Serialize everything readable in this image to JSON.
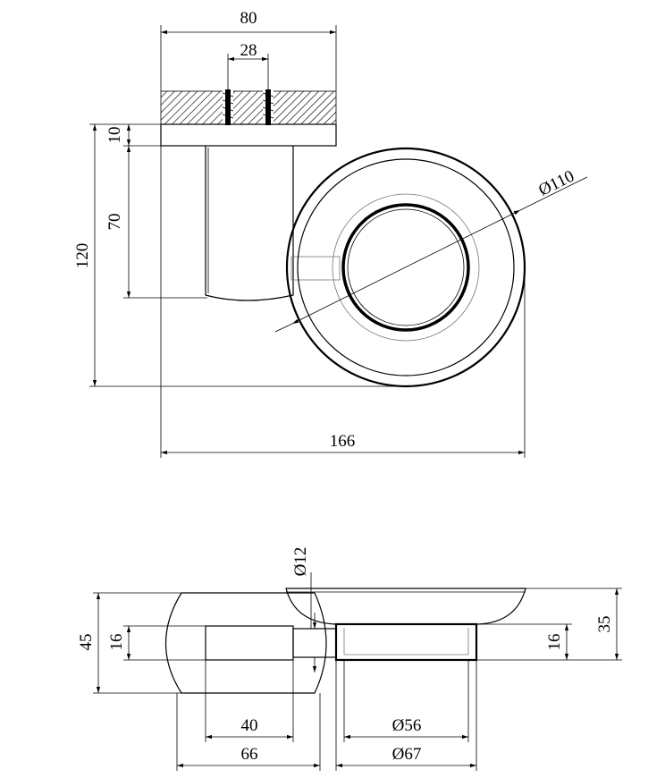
{
  "top_view": {
    "dimensions": {
      "width_80": "80",
      "spacing_28": "28",
      "thickness_10": "10",
      "height_70": "70",
      "height_120": "120",
      "diameter_110": "Ø110",
      "length_166": "166"
    }
  },
  "side_view": {
    "dimensions": {
      "diameter_12": "Ø12",
      "height_45": "45",
      "height_16_left": "16",
      "height_16_right": "16",
      "height_35": "35",
      "length_40": "40",
      "length_66": "66",
      "diameter_56": "Ø56",
      "diameter_67": "Ø67"
    }
  }
}
